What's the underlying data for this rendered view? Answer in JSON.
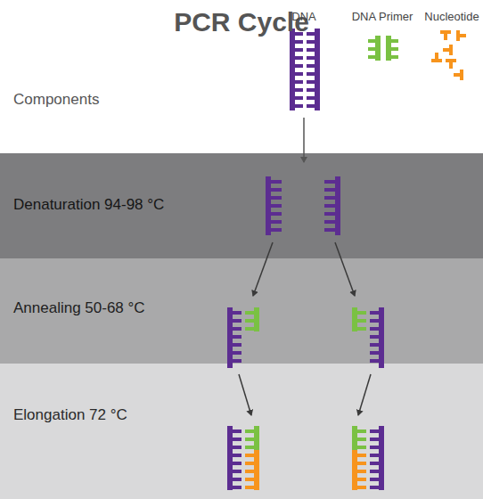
{
  "diagram": {
    "title": "PCR Cycle",
    "nodes": [
      {
        "text": [
          "Denaturation 94-98 °C"
        ]
      },
      {
        "text": [
          "Annealing 50-68 °C"
        ]
      },
      {
        "text": [
          "Elongation 72 °C"
        ]
      }
    ],
    "labels": [
      "Components"
    ],
    "legend": [
      {
        "text": "DNA"
      },
      {
        "text": "DNA Primer"
      },
      {
        "text": "Nucleotide"
      }
    ]
  }
}
